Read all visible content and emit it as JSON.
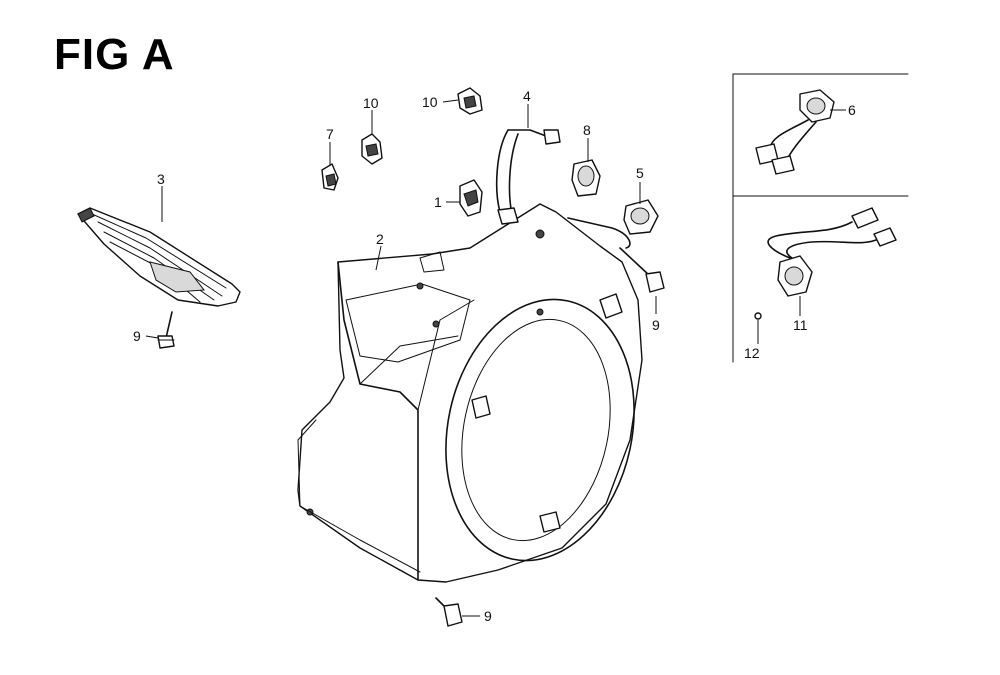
{
  "figure": {
    "title": "FIG A"
  },
  "callouts": {
    "p1": "1",
    "p2": "2",
    "p3": "3",
    "p4": "4",
    "p5": "5",
    "p6": "6",
    "p7": "7",
    "p8": "8",
    "p9_left": "9",
    "p9_right": "9",
    "p9_bottom": "9",
    "p10_left": "10",
    "p10_right": "10",
    "p11": "11",
    "p12": "12"
  }
}
